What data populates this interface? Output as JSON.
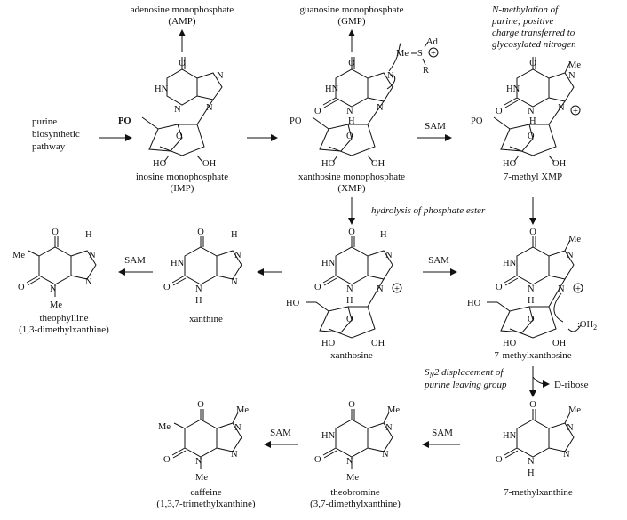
{
  "labels": {
    "amp_name": "adenosine monophosphate",
    "amp_abbr": "(AMP)",
    "gmp_name": "guanosine monophosphate",
    "gmp_abbr": "(GMP)",
    "note_line1": "N-methylation of",
    "note_line2": "purine; positive",
    "note_line3": "charge transferred to",
    "note_line4": "glycosylated nitrogen",
    "purine_line1": "purine",
    "purine_line2": "biosynthetic",
    "purine_line3": "pathway",
    "imp_name": "inosine monophosphate",
    "imp_abbr": "(IMP)",
    "xmp_name": "xanthosine monophosphate",
    "xmp_abbr": "(XMP)",
    "sam": "SAM",
    "methyl_xmp": "7-methyl XMP",
    "hydrolysis": "hydrolysis of phosphate ester",
    "theophylline_name": "theophylline",
    "theophylline_sys": "(1,3-dimethylxanthine)",
    "xanthine": "xanthine",
    "xanthosine": "xanthosine",
    "methylxanthosine": "7-methylxanthosine",
    "sn2_line1": "S",
    "sn2_sub": "N",
    "sn2_rest": "2 displacement of",
    "sn2_line2": "purine leaving group",
    "dribose": "D-ribose",
    "caffeine_name": "caffeine",
    "caffeine_sys": "(1,3,7-trimethylxanthine)",
    "theobromine_name": "theobromine",
    "theobromine_sys": "(3,7-dimethylxanthine)",
    "methylxanthine": "7-methylxanthine",
    "water": ":OH",
    "water_sub": "2"
  },
  "atoms": {
    "O": "O",
    "N": "N",
    "H": "H",
    "HN": "HN",
    "Me": "Me",
    "PO": "PO",
    "HO": "HO",
    "OH": "OH",
    "Ad": "Ad",
    "R": "R",
    "S": "S",
    "plus": "+"
  }
}
